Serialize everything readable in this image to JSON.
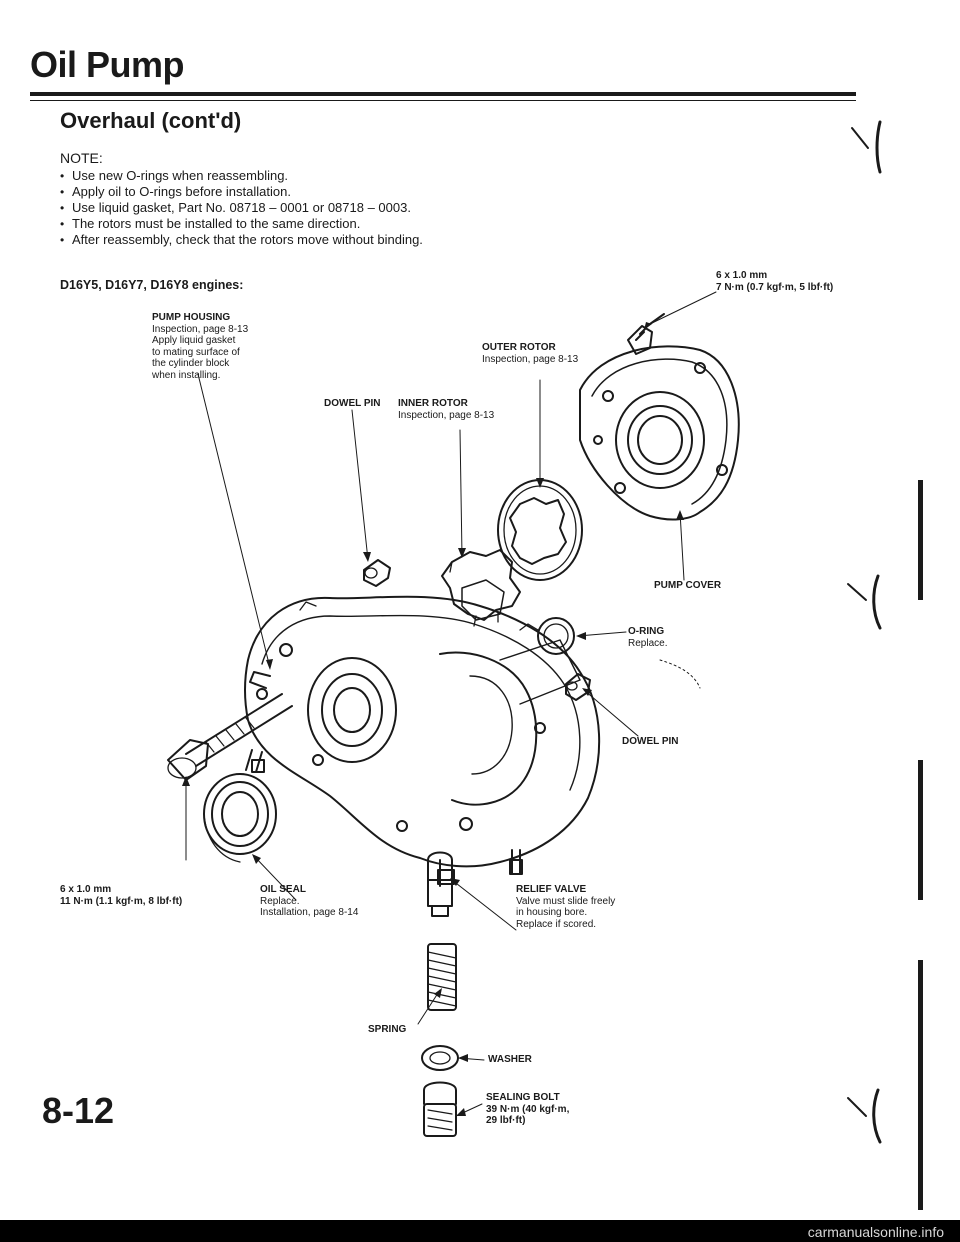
{
  "header": {
    "title": "Oil Pump",
    "section": "Overhaul (cont'd)"
  },
  "notes": {
    "label": "NOTE:",
    "items": [
      "Use new O-rings when reassembling.",
      "Apply oil to O-rings before installation.",
      "Use liquid gasket, Part No. 08718 – 0001 or 08718 – 0003.",
      "The rotors must be installed to the same direction.",
      "After reassembly, check that the rotors move without binding."
    ]
  },
  "engines": "D16Y5, D16Y7, D16Y8 engines:",
  "callouts": {
    "cover_bolt": {
      "size": "6 x 1.0 mm",
      "torque": "7 N·m (0.7 kgf·m, 5 lbf·ft)"
    },
    "pump_housing": {
      "label": "PUMP HOUSING",
      "line1": "Inspection, page 8-13",
      "line2": "Apply liquid gasket",
      "line3": "to mating surface of",
      "line4": "the cylinder block",
      "line5": "when installing."
    },
    "outer_rotor": {
      "label": "OUTER ROTOR",
      "line1": "Inspection, page 8-13"
    },
    "inner_rotor": {
      "label": "INNER ROTOR",
      "line1": "Inspection, page 8-13"
    },
    "dowel_pin_top": {
      "label": "DOWEL PIN"
    },
    "pump_cover": {
      "label": "PUMP COVER"
    },
    "o_ring": {
      "label": "O-RING",
      "line1": "Replace."
    },
    "dowel_pin_bottom": {
      "label": "DOWEL PIN"
    },
    "housing_bolt": {
      "size": "6 x 1.0 mm",
      "torque": "11 N·m (1.1 kgf·m, 8 lbf·ft)"
    },
    "oil_seal": {
      "label": "OIL SEAL",
      "line1": "Replace.",
      "line2": "Installation, page 8-14"
    },
    "relief_valve": {
      "label": "RELIEF VALVE",
      "line1": "Valve must slide freely",
      "line2": "in housing bore.",
      "line3": "Replace if scored."
    },
    "spring": {
      "label": "SPRING"
    },
    "washer": {
      "label": "WASHER"
    },
    "sealing_bolt": {
      "label": "SEALING BOLT",
      "line1": "39 N·m (40 kgf·m,",
      "line2": "29 lbf·ft)"
    }
  },
  "page_number": "8-12",
  "watermark": "carmanualsonline.info",
  "colors": {
    "ink": "#1a1a1a",
    "paper": "#ffffff"
  }
}
